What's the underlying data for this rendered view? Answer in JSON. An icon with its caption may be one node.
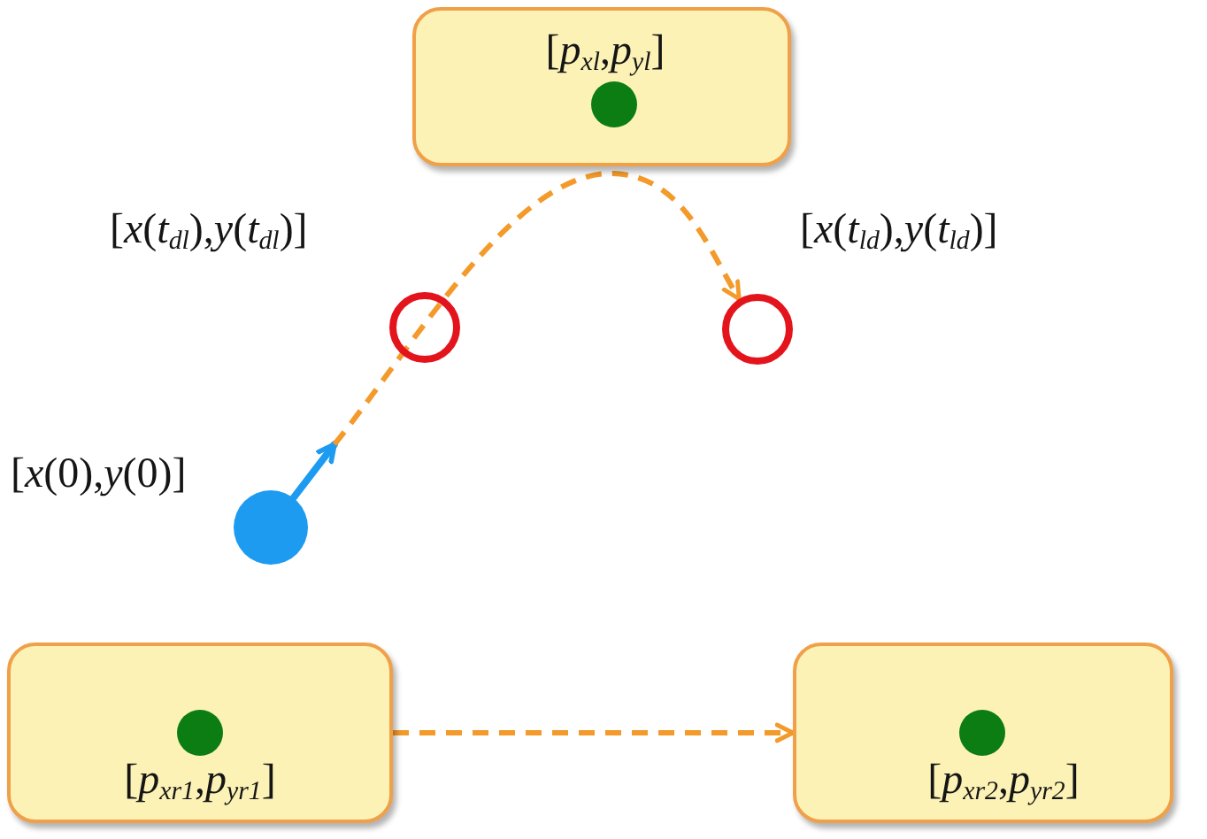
{
  "diagram": {
    "nodes": [
      {
        "text": [
          "[*p*$_{xl}$,*p*$_{yl}$]"
        ]
      },
      {
        "text": [],
        "shape": "circle",
        "in": 0
      },
      {
        "text": [],
        "shape": "circle",
        "beside": [
          "[*x*(*t*$_{dl}$),*y*(*t*$_{dl}$)]"
        ]
      },
      {
        "text": [],
        "shape": "circle",
        "beside": [
          "[*x*(*t*$_{ld}$),*y*(*t*$_{ld}$)]"
        ]
      },
      {
        "text": [],
        "shape": "circle",
        "beside": [
          "[*x*(0),*y*(0)]"
        ]
      },
      {
        "text": [
          "[*p*$_{xr1}$,*p*$_{yr1}$]"
        ]
      },
      {
        "text": [],
        "shape": "circle",
        "in": 5
      },
      {
        "text": [
          "[*p*$_{xr2}$,*p*$_{yr2}$]"
        ]
      },
      {
        "text": [],
        "shape": "circle",
        "in": 7
      }
    ],
    "edges": [
      {
        "from": 4,
        "to": null,
        "arrow": "to",
        "color": "#1c9bf0"
      },
      {
        "from": null,
        "to": 3,
        "arrow": "to",
        "style": "dashed",
        "color": "#f39a2b"
      },
      {
        "from": 5,
        "to": 7,
        "arrow": "to",
        "style": "dashed",
        "color": "#f39a2b"
      }
    ]
  }
}
